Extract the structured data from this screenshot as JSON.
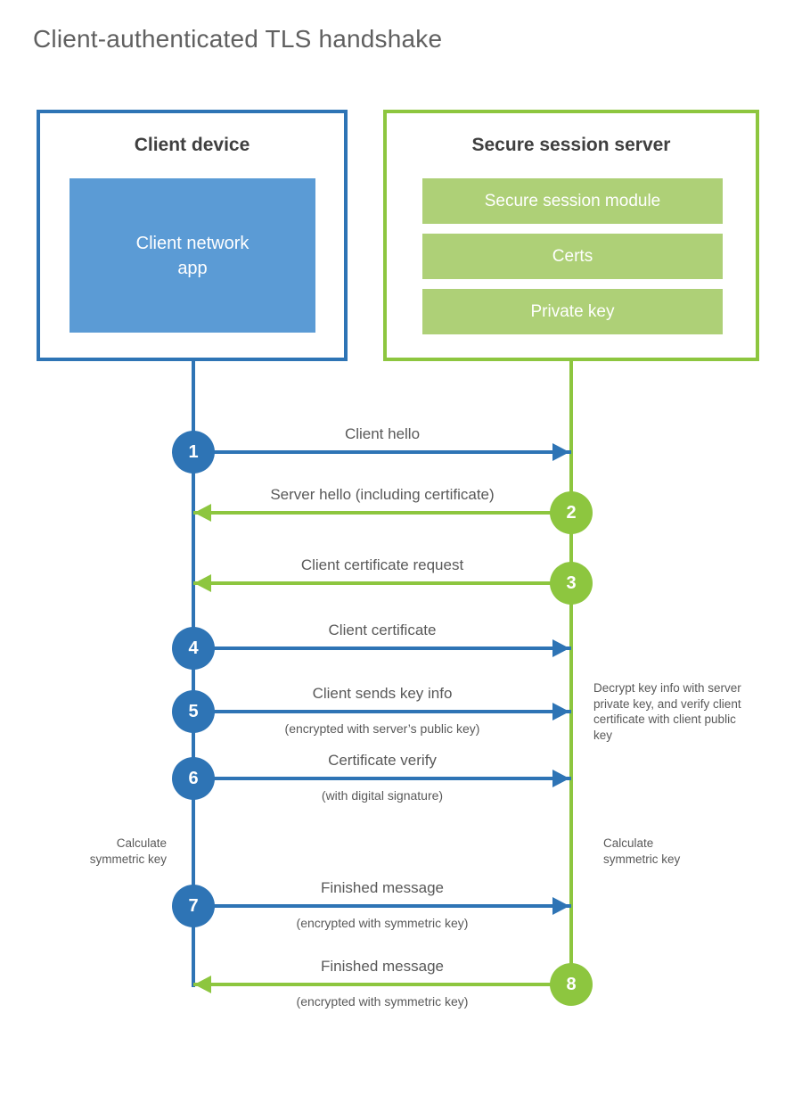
{
  "title": "Client-authenticated TLS handshake",
  "colors": {
    "blue": "#2e74b5",
    "blue_fill": "#5b9bd5",
    "green": "#8dc63f",
    "green_fill": "#aed077",
    "label_text": "#595959"
  },
  "client": {
    "title": "Client device",
    "module": "Client network app"
  },
  "server": {
    "title": "Secure session server",
    "modules": [
      "Secure session module",
      "Certs",
      "Private key"
    ]
  },
  "messages": [
    {
      "step": "1",
      "label": "Client hello",
      "sublabel": "",
      "from": "client",
      "to": "server"
    },
    {
      "step": "2",
      "label": "Server hello (including certificate)",
      "sublabel": "",
      "from": "server",
      "to": "client"
    },
    {
      "step": "3",
      "label": "Client certificate request",
      "sublabel": "",
      "from": "server",
      "to": "client"
    },
    {
      "step": "4",
      "label": "Client certificate",
      "sublabel": "",
      "from": "client",
      "to": "server"
    },
    {
      "step": "5",
      "label": "Client sends key info",
      "sublabel": "(encrypted with server’s public key)",
      "from": "client",
      "to": "server"
    },
    {
      "step": "6",
      "label": "Certificate verify",
      "sublabel": "(with digital signature)",
      "from": "client",
      "to": "server"
    },
    {
      "step": "7",
      "label": "Finished message",
      "sublabel": "(encrypted with symmetric key)",
      "from": "client",
      "to": "server"
    },
    {
      "step": "8",
      "label": "Finished message",
      "sublabel": "(encrypted with symmetric key)",
      "from": "server",
      "to": "client"
    }
  ],
  "annotations": {
    "decrypt_note": "Decrypt key info with server private key, and verify client certificate with client public key",
    "calc_key_left": "Calculate symmetric key",
    "calc_key_right": "Calculate symmetric key"
  }
}
